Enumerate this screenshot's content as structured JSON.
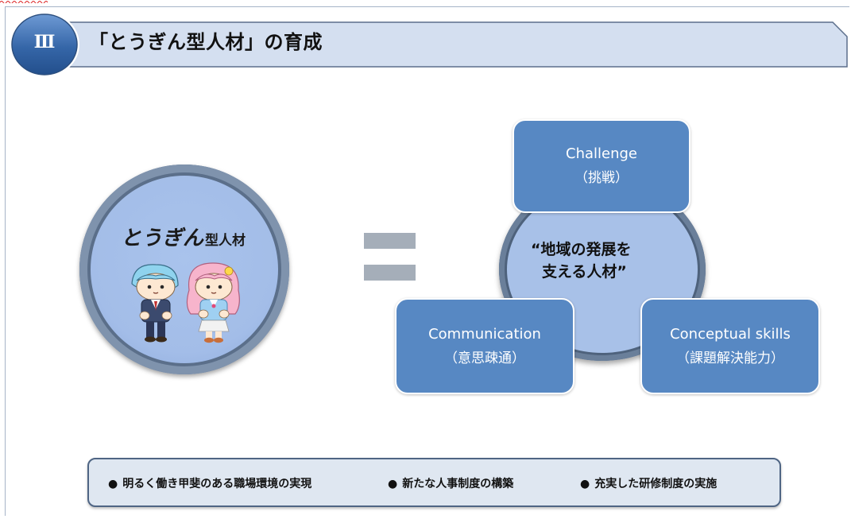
{
  "header": {
    "section_number": "Ⅲ",
    "title": "「とうぎん型人材」の育成",
    "banner_color": "#d4dff0",
    "badge_color": "#3e6fb0"
  },
  "left_circle": {
    "brand_word": "とうぎん",
    "brand_suffix": "型人材"
  },
  "center_circle": {
    "line1": "“地域の発展を",
    "line2": "支える人材”"
  },
  "boxes": {
    "challenge": {
      "en": "Challenge",
      "jp": "（挑戦）"
    },
    "communication": {
      "en": "Communication",
      "jp": "（意思疎通）"
    },
    "conceptual": {
      "en": "Conceptual skills",
      "jp": "（課題解決能力）"
    }
  },
  "bottom_bar": {
    "bullet_symbol": "●",
    "items": [
      "明るく働き甲斐のある職場環境の実現",
      "新たな人事制度の構築",
      "充実した研修制度の実施"
    ]
  },
  "colors": {
    "box_fill": "#5788c3",
    "circle_fill": "#a8c1e8",
    "equals": "#a5aeb9"
  }
}
